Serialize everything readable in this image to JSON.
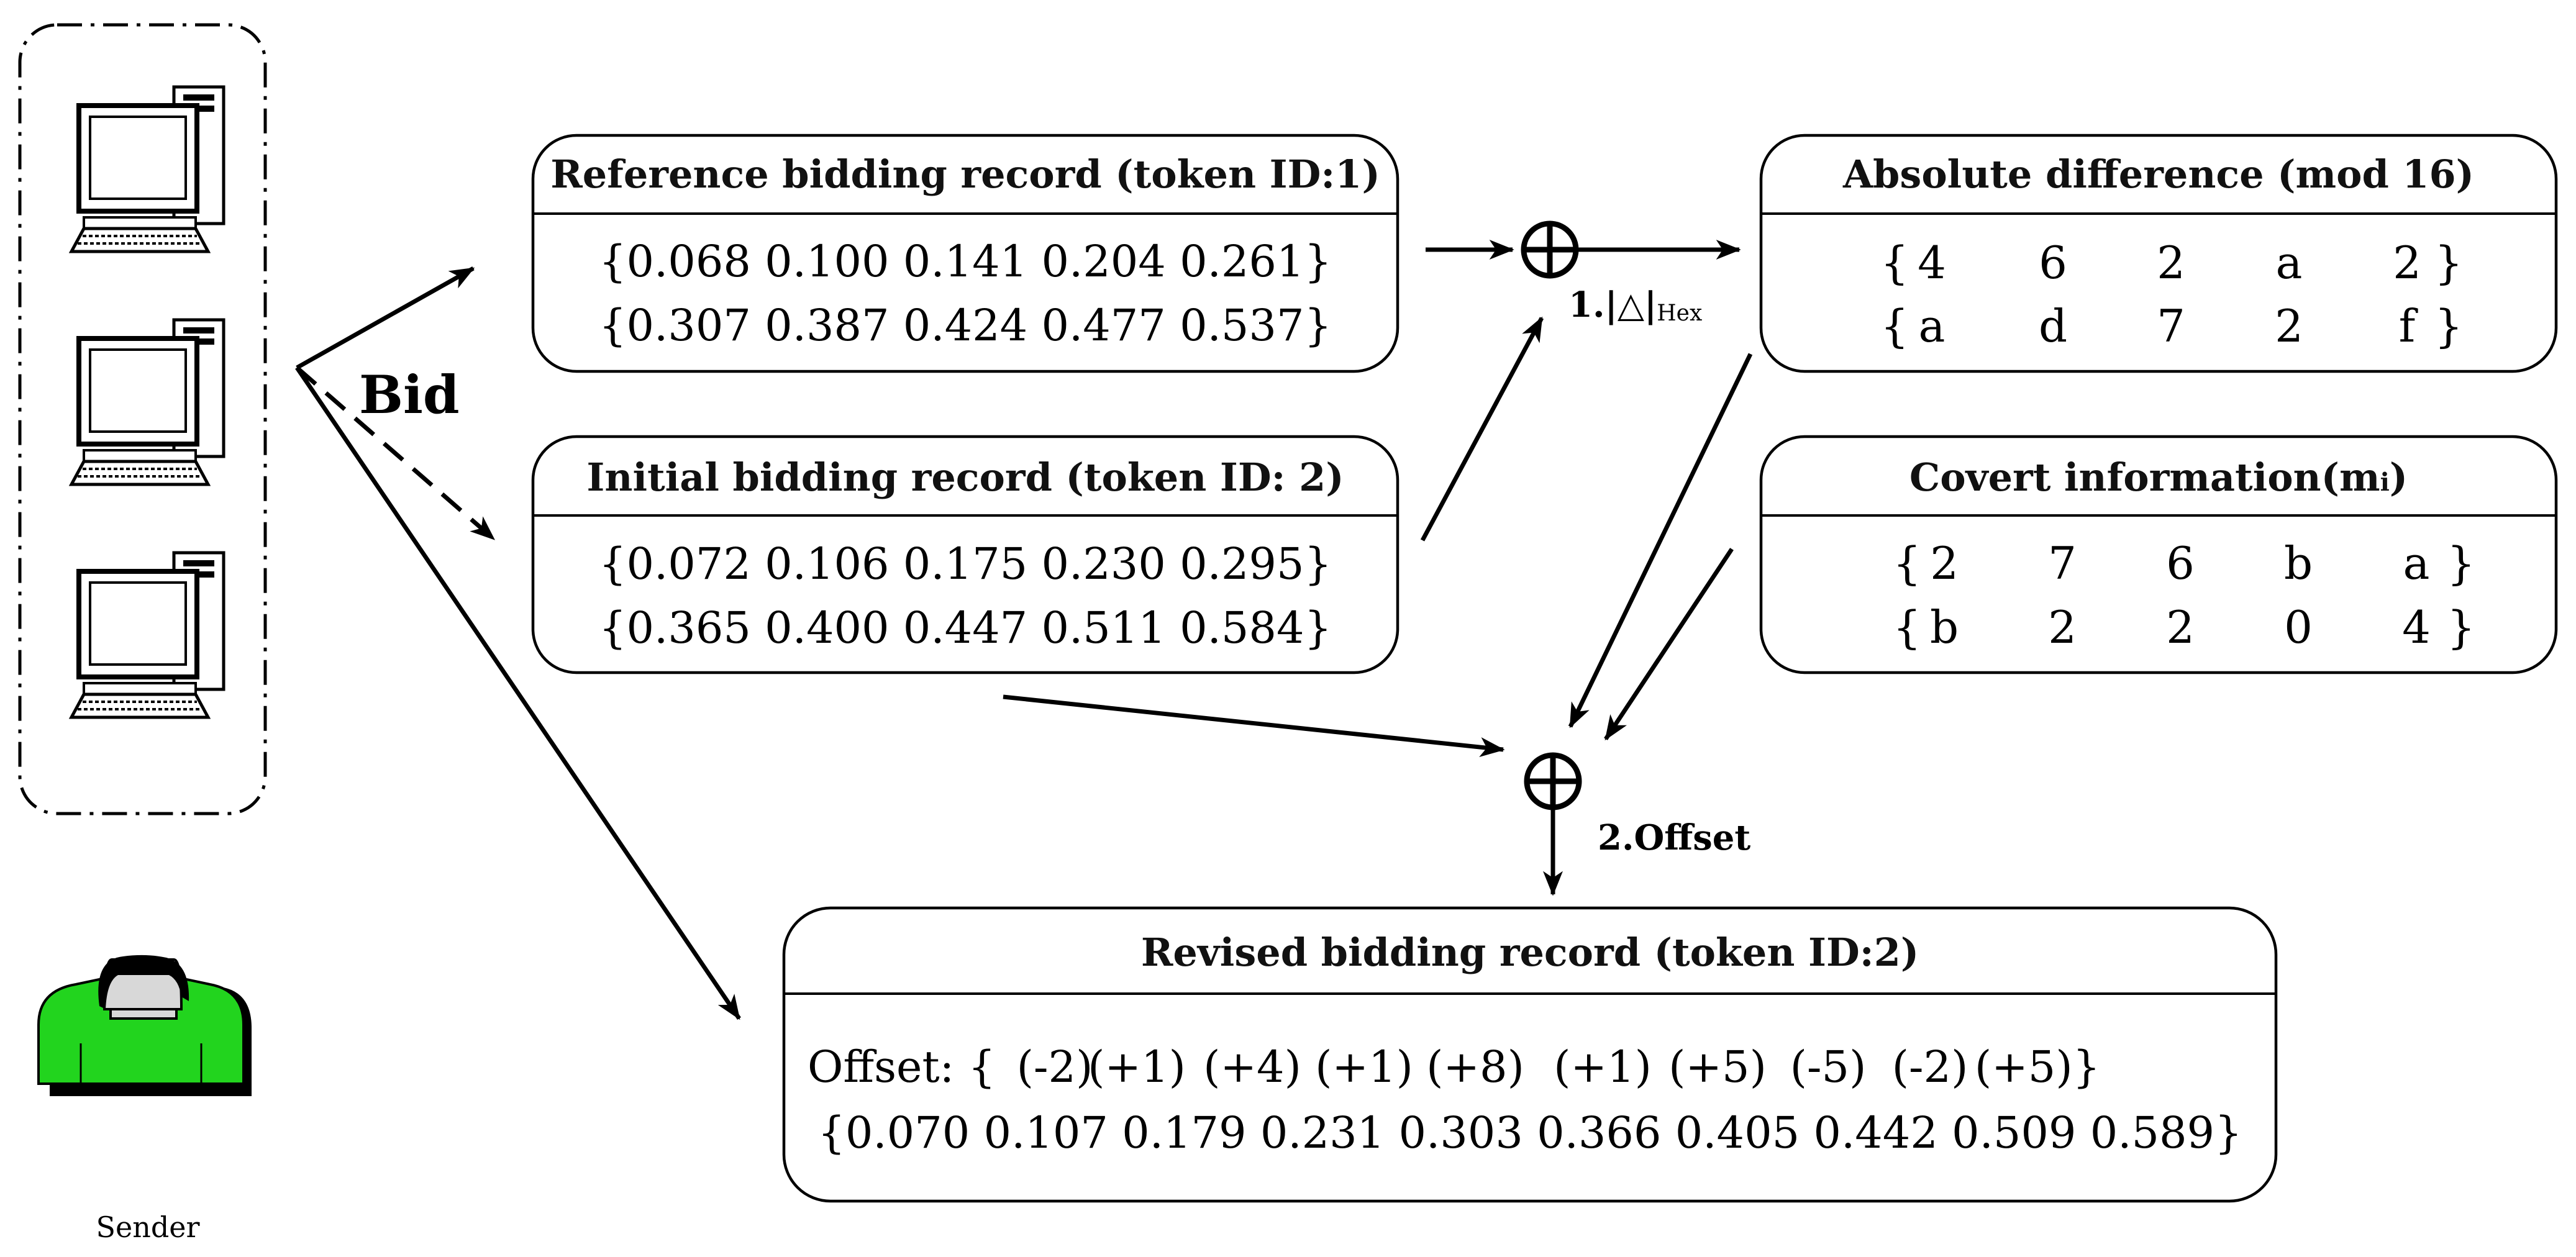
{
  "reference_record": {
    "title": "Reference bidding record (token ID:1)",
    "line1": "{0.068 0.100 0.141 0.204 0.261}",
    "line2": "{0.307 0.387 0.424 0.477 0.537}"
  },
  "initial_record": {
    "title": "Initial bidding record (token ID: 2)",
    "line1": "{0.072 0.106 0.175 0.230 0.295}",
    "line2": "{0.365 0.400 0.447 0.511 0.584}"
  },
  "absolute_difference": {
    "title": "Absolute difference (mod 16)",
    "row1": [
      "4",
      "6",
      "2",
      "a",
      "2"
    ],
    "row2": [
      "a",
      "d",
      "7",
      "2",
      "f"
    ]
  },
  "covert_information": {
    "title_main": "Covert information(m",
    "title_sub": "i",
    "title_end": ")",
    "row1": [
      "2",
      "7",
      "6",
      "b",
      "a"
    ],
    "row2": [
      "b",
      "2",
      "2",
      "0",
      "4"
    ]
  },
  "revised_record": {
    "title": "Revised bidding record (token ID:2)",
    "offset_prefix": "Offset: {",
    "offsets": [
      "(-2)",
      "(+1)",
      "(+4)",
      "(+1)",
      "(+8)",
      "(+1)",
      "(+5)",
      "(-5)",
      "(-2)",
      "(+5)}"
    ],
    "line2": "{0.070 0.107 0.179 0.231 0.303 0.366 0.405 0.442 0.509 0.589}"
  },
  "operations": {
    "step1_main": "1.|△|",
    "step1_sub": "Hex",
    "step2": "2.Offset"
  },
  "bid_label": "Bid",
  "sender_label": "Sender",
  "colors": {
    "sender_body": "#22d41e",
    "sender_shadow": "#000000",
    "stroke": "#000000"
  }
}
